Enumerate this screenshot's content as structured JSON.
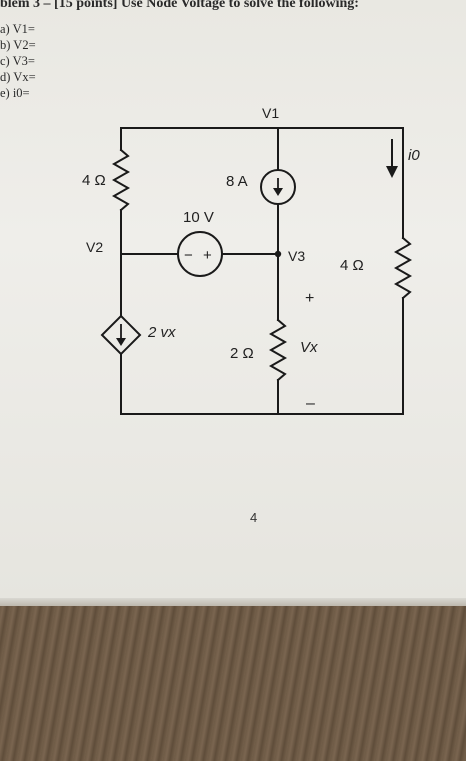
{
  "problem": {
    "heading": "blem 3 – [15 points] Use Node Voltage to solve the following:",
    "questions": [
      "a)  V1=",
      "b)  V2=",
      "c)  V3=",
      "d)  Vx=",
      "e)  i0="
    ]
  },
  "circuit": {
    "nodes": {
      "v1": "V1",
      "v2": "V2",
      "v3": "V3"
    },
    "resistors": {
      "left": "4 Ω",
      "middle": "2 Ω",
      "right": "4 Ω"
    },
    "current_source": "8 A",
    "voltage_source": "10 V",
    "voltage_source_minus": "−",
    "voltage_source_plus": "+",
    "dependent_source": "2 vx",
    "vx_label": "Vx",
    "vx_plus": "+",
    "vx_minus": "–",
    "current_label": "i0"
  },
  "page_number": "4"
}
